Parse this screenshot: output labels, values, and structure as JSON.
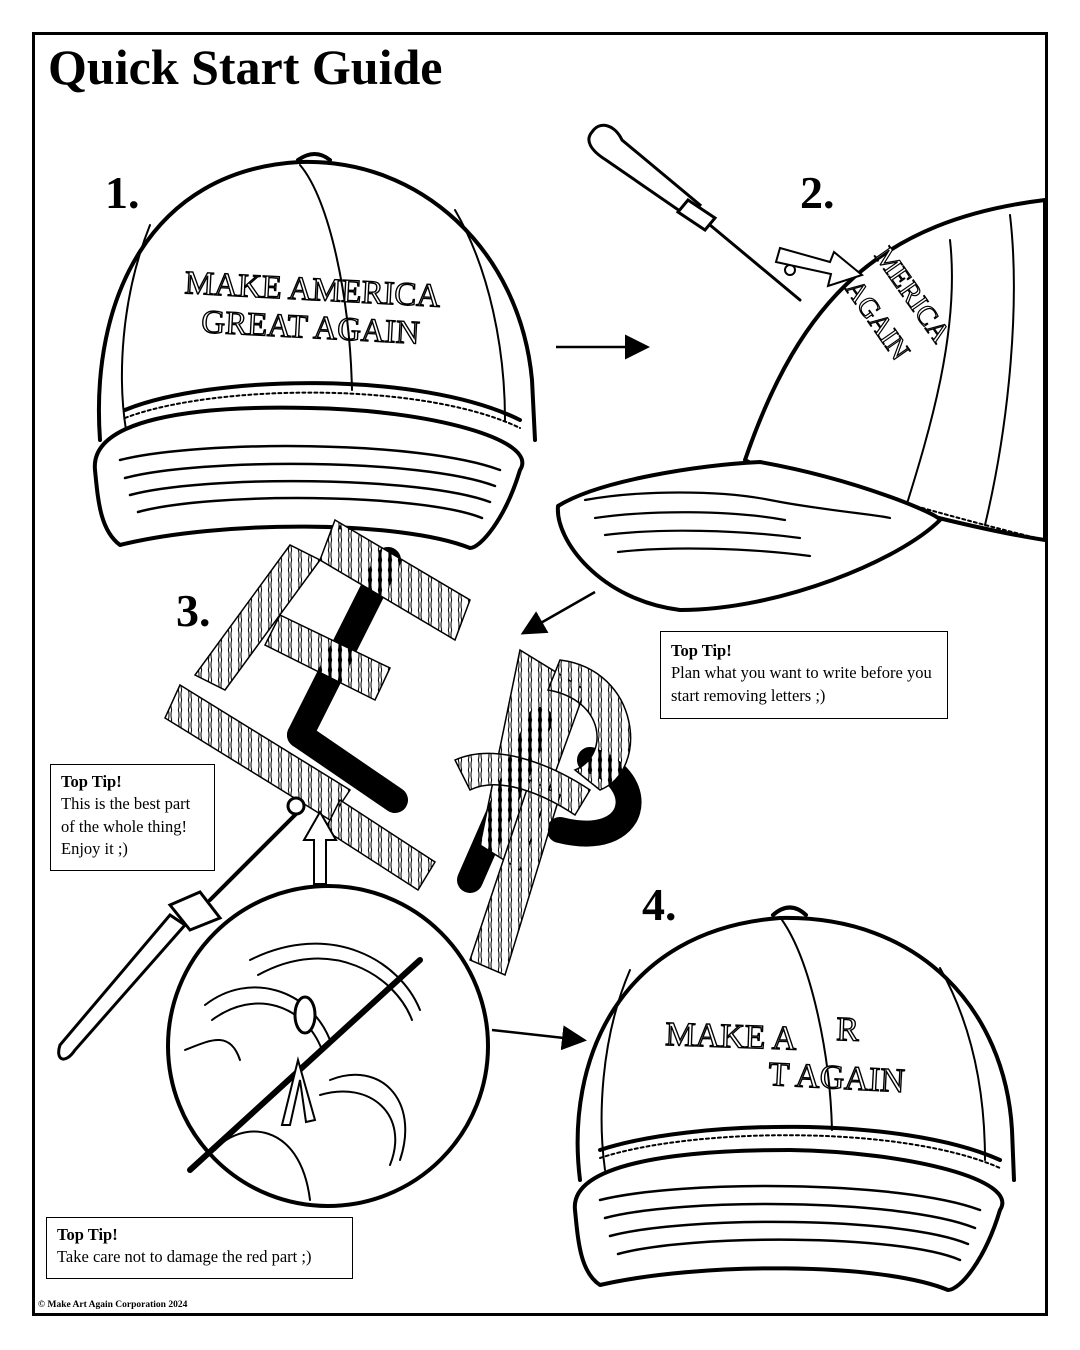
{
  "title": "Quick Start Guide",
  "steps": {
    "s1": "1.",
    "s2": "2.",
    "s3": "3.",
    "s4": "4."
  },
  "hat1": {
    "line1": "MAKE AMERICA",
    "line2": "GREAT AGAIN"
  },
  "hat2": {
    "line1": "MERICA",
    "line2": "AGAIN"
  },
  "hat4": {
    "line1": "MAKE A",
    "line1b": "R",
    "line2": "T AGAIN"
  },
  "tips": {
    "tip1": {
      "heading": "Top Tip!",
      "body": "Plan what you want to write before you start removing letters ;)"
    },
    "tip2": {
      "heading": "Top Tip!",
      "line1": "This is the best part",
      "line2": "of the whole thing!",
      "line3": "Enjoy it ;)"
    },
    "tip3": {
      "heading": "Top Tip!",
      "body": "Take care not to damage the red part ;)"
    }
  },
  "copyright": "© Make Art Again Corporation 2024",
  "colors": {
    "ink": "#000000",
    "paper": "#ffffff"
  }
}
